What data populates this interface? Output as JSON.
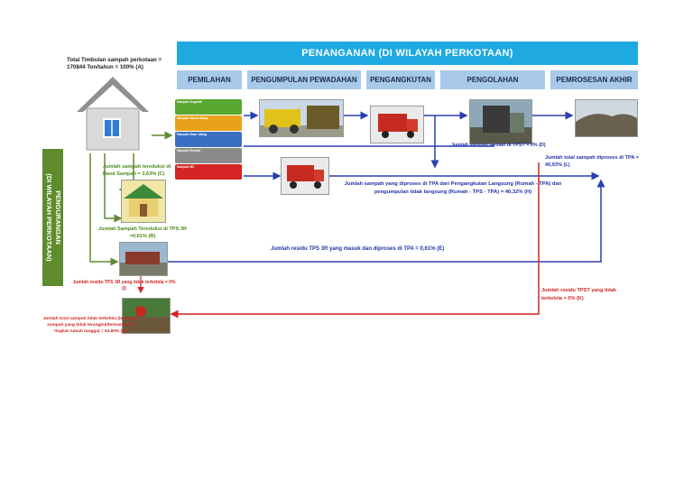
{
  "header": {
    "banner": "PENANGANAN (DI WILAYAH PERKOTAAN)",
    "stages": [
      "PEMILAHAN",
      "PENGUMPULAN PEWADAHAN",
      "PENGANGKUTAN",
      "PENGOLAHAN",
      "PEMROSESAN AKHIR"
    ]
  },
  "sidebar": {
    "label_line1": "PENGURANGAN",
    "label_line2": "(DI WILAYAH PERKOTAAN)"
  },
  "labels": {
    "total_line1": "Total Timbulan sampah perkotaan =",
    "total_line2": "170844 Ton/tahun = 100% (A)",
    "bank_sampah_line1": "Jumlah sampah tereduksi di",
    "bank_sampah_line2": "Bank Sampah = 3,63% (C)",
    "tps3r_line1": "Jumlah Sampah Tereduksi di TPS 3R",
    "tps3r_line2": "=0,61% (B)",
    "residu_tps3r_tpa": "Jumlah residu TPS 3R yang masuk dan diproses di TPA = 0,61% (E)",
    "residu_tps3r_tidak_line1": "Jumlah residu TPS 3R yang tidak terkelola = 0%",
    "residu_tps3r_tidak_line2": "(I)",
    "tidak_terkelola_line1": "Jumlah total sampah tidak terkelola (termasuk",
    "tidak_terkelola_line2": "sampah yang tidak terangkut/terkumpul di",
    "tidak_terkelola_line3": "tingkat rumah tangga) = 54,80% (M)",
    "tpst": "Jumlah sampah terolah di TPST = 0% (D)",
    "tpa_total_line1": "Jumlah total sampah diproses di  TPA =",
    "tpa_total_line2": "40,93% (L)",
    "langsung_line1": "Jumlah sampah yang diproses di TPA dari Pengangkutan Langsung (Rumah - TPA) dan",
    "langsung_line2": "pengumpulan tidak langsung (Rumah - TPS - TPA) = 40,32% (H)",
    "residu_tpst_line1": "Jumlah residu TPST yang tidak",
    "residu_tpst_line2": "terkelola = 0% (K)"
  },
  "categories": [
    {
      "label": "Sampah Organik",
      "color": "#5aa832"
    },
    {
      "label": "Sampah Guna Ulang",
      "color": "#e8a21a"
    },
    {
      "label": "Sampah Daur Ulang",
      "color": "#3a6fc4"
    },
    {
      "label": "Sampah Residu",
      "color": "#8a8a8a"
    },
    {
      "label": "Sampah B3",
      "color": "#d42424"
    }
  ],
  "colors": {
    "banner": "#1ea9e1",
    "stage": "#a9c9ea",
    "reduction_arrow": "#5e8c2d",
    "processing_arrow": "#2a3fb0",
    "unmanaged_arrow": "#d42424"
  }
}
